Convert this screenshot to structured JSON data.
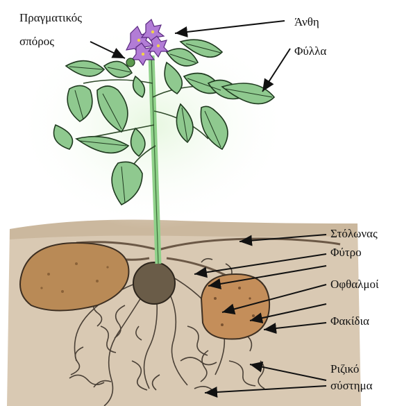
{
  "labels": {
    "true_seed_line1": "Πραγματικός",
    "true_seed_line2": "σπόρος",
    "flowers": "Άνθη",
    "leaves": "Φύλλα",
    "stolon": "Στόλωνας",
    "sprout": "Φύτρο",
    "eyes": "Οφθαλμοί",
    "lenticels": "Φακίδια",
    "root_line1": "Ριζικό",
    "root_line2": "σύστημα"
  },
  "colors": {
    "soil": "#d9c9b3",
    "tuber": "#b98a56",
    "leaf": "#8fc98f",
    "leaf_vein": "#1f3a1f",
    "flower": "#b27cd6",
    "stem": "#8fd18a"
  }
}
